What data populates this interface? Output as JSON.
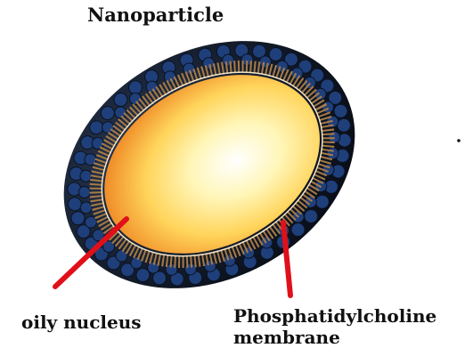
{
  "title": "Nanoparticle",
  "labels": {
    "oily_nucleus": "oily nucleus",
    "membrane_line1": "Phosphatidylcholine",
    "membrane_line2": "membrane"
  },
  "colors": {
    "core_center": "#ffffff",
    "core_mid": "#ffe27a",
    "core_edge": "#f09a2a",
    "shell": "#0e1a2c",
    "beads": "#1f3f7a",
    "tails": "#b58a53",
    "pointer": "#e0101a"
  }
}
